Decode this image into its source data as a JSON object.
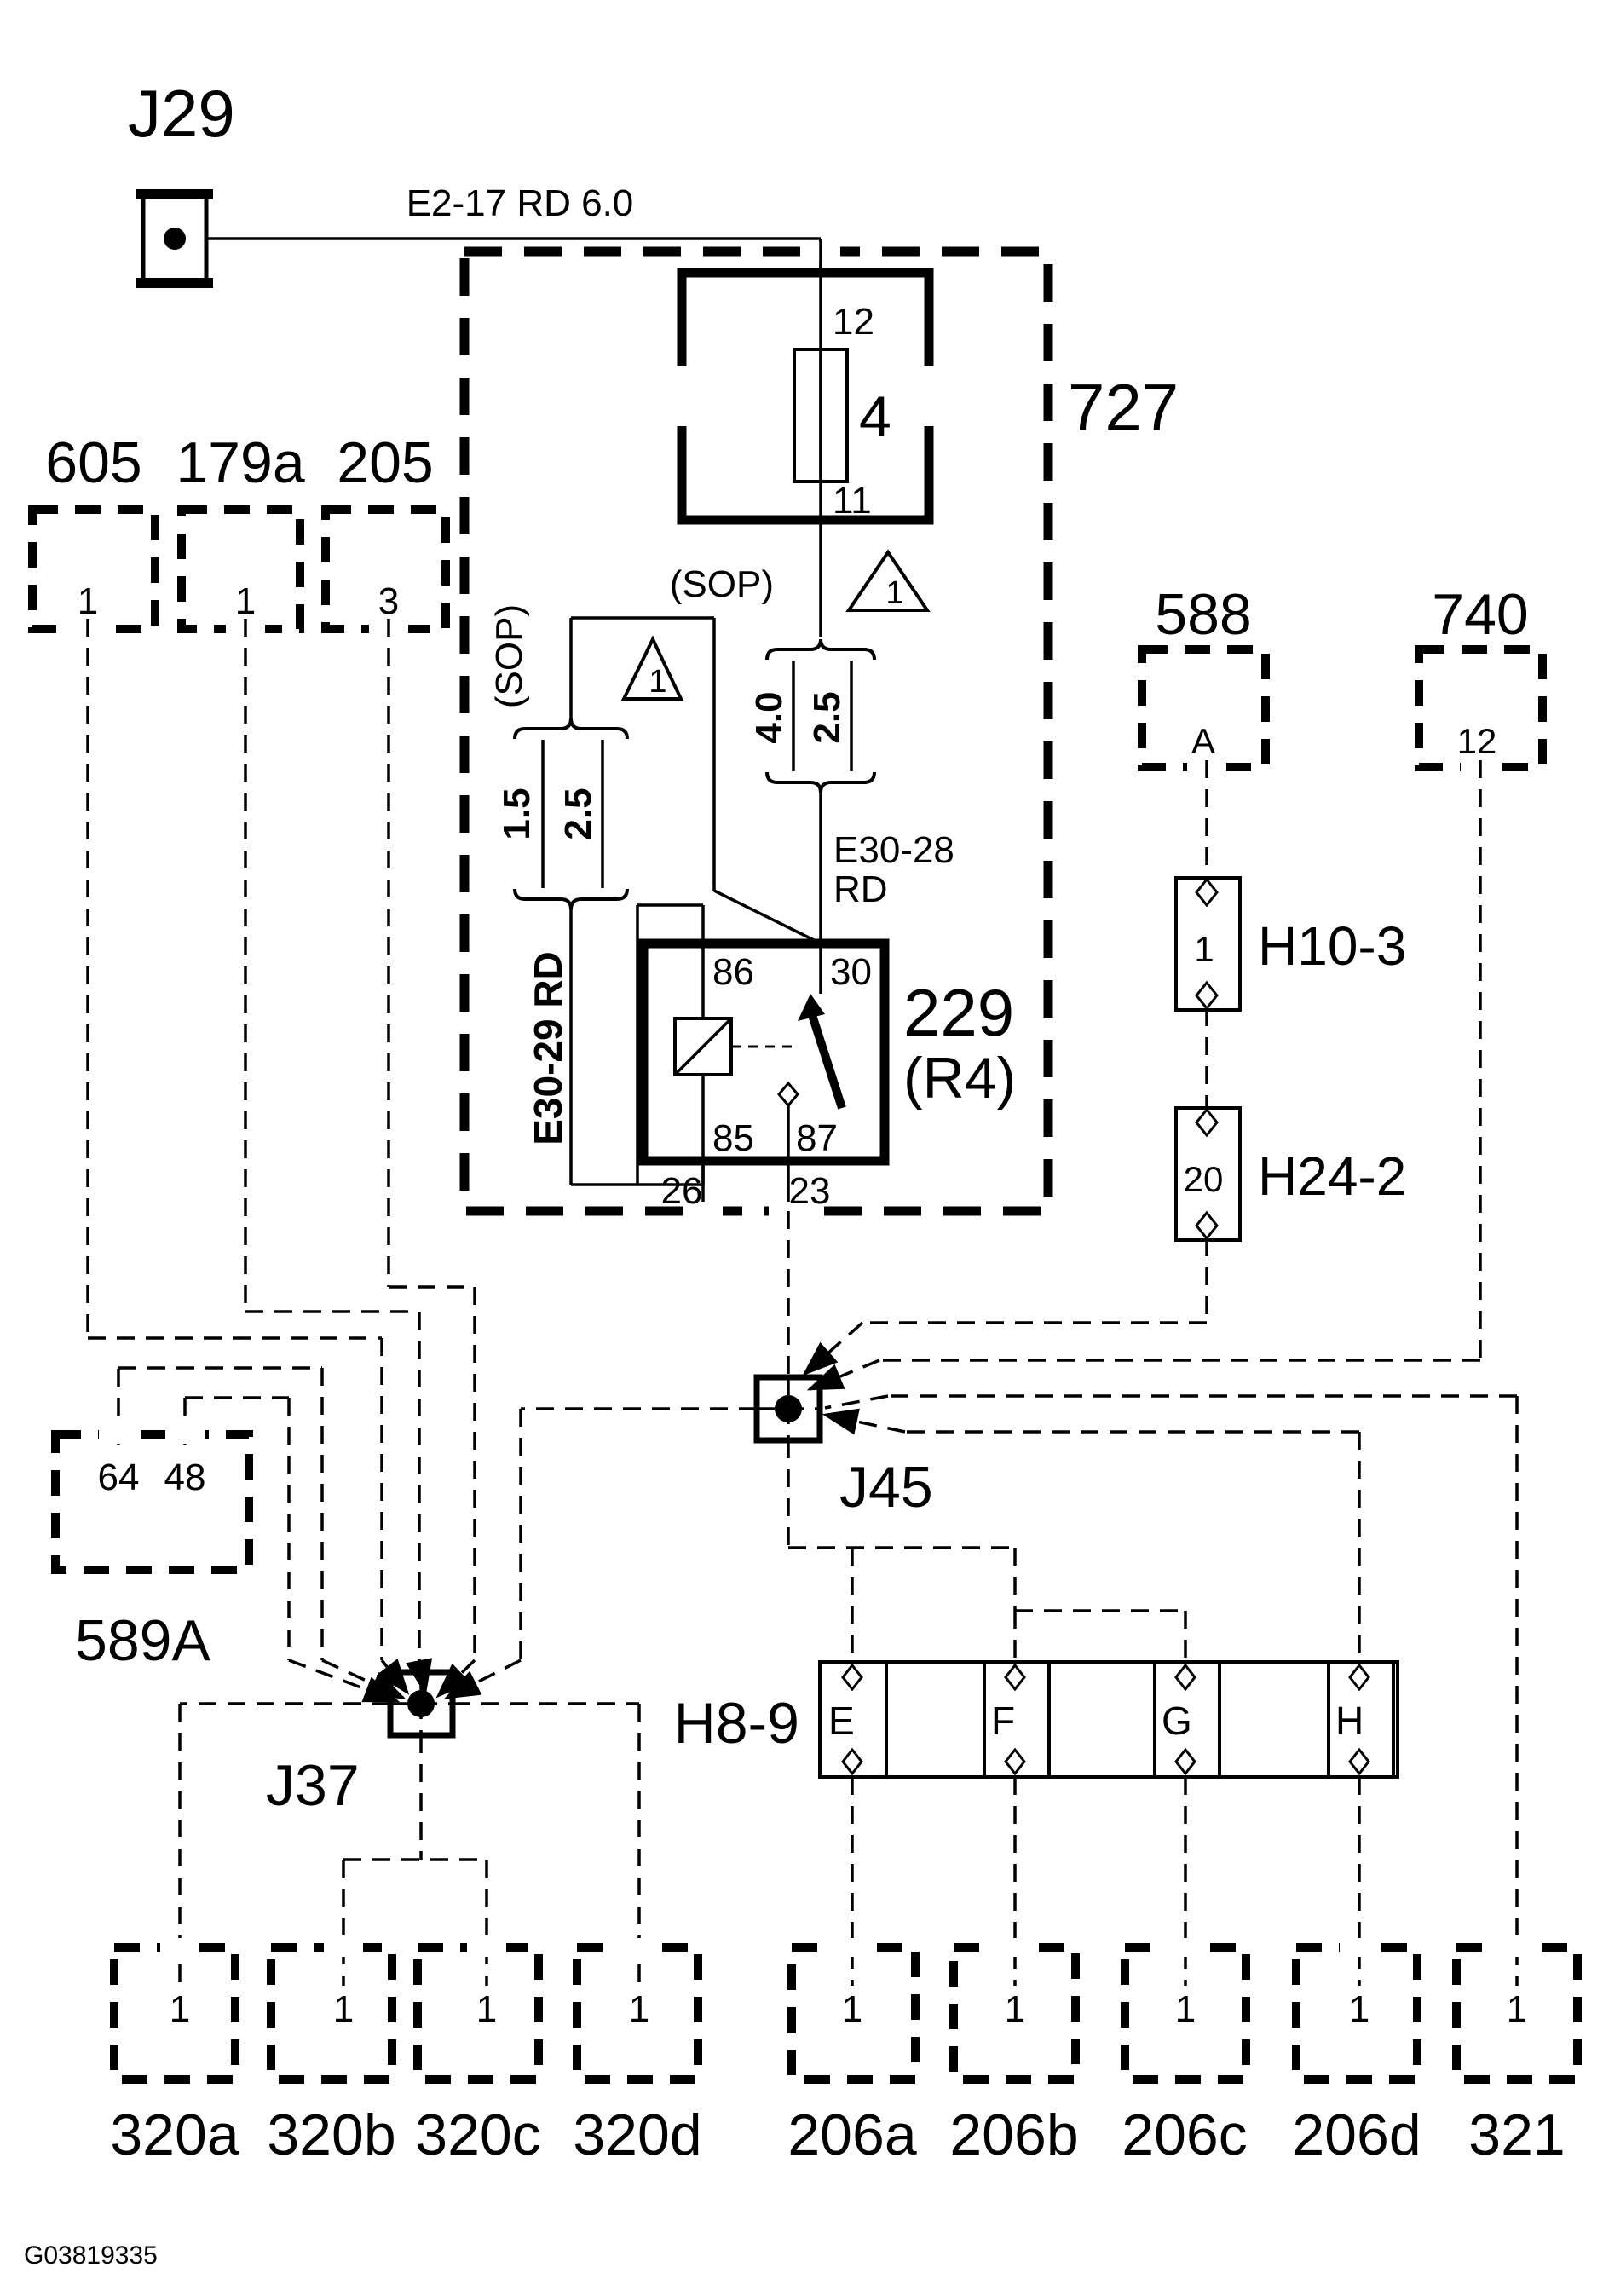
{
  "figure_id": "G03819335",
  "labels": {
    "j29": "J29",
    "wire_e2_17": "E2-17  RD  6.0",
    "box727": "727",
    "fuse_pin_top": "12",
    "fuse_no": "4",
    "fuse_pin_bottom": "11",
    "sop_main": "(SOP)",
    "sop_left": "(SOP)",
    "tri_main": "1",
    "tri_left": "1",
    "size_left_std": "1.5",
    "size_left_alt": "2.5",
    "size_main_std": "4.0",
    "size_main_alt": "2.5",
    "wire_e30_28_line1": "E30-28",
    "wire_e30_28_line2": "RD",
    "wire_e30_29": "E30-29  RD",
    "relay_id": "229",
    "relay_name": "(R4)",
    "relay_pin_86": "86",
    "relay_pin_30": "30",
    "relay_pin_85": "85",
    "relay_pin_87": "87",
    "edge_pin_26": "26",
    "edge_pin_23": "23",
    "j45": "J45",
    "j37": "J37",
    "c589a": "589A",
    "pin64": "64",
    "pin48": "48",
    "h8_9": "H8-9",
    "h10_3": "H10-3",
    "h10_3_pin": "1",
    "h24_2": "H24-2",
    "h24_2_pin": "20",
    "c588": "588",
    "c588_pin": "A",
    "c740": "740",
    "c740_pin": "12",
    "c605": "605",
    "c605_pin": "1",
    "c179a": "179a",
    "c179a_pin": "1",
    "c205": "205",
    "c205_pin": "3"
  },
  "h8_9_pins": [
    "E",
    "F",
    "G",
    "H"
  ],
  "bottom_connectors": [
    {
      "label": "320a",
      "pin": "1"
    },
    {
      "label": "320b",
      "pin": "1"
    },
    {
      "label": "320c",
      "pin": "1"
    },
    {
      "label": "320d",
      "pin": "1"
    },
    {
      "label": "206a",
      "pin": "1"
    },
    {
      "label": "206b",
      "pin": "1"
    },
    {
      "label": "206c",
      "pin": "1"
    },
    {
      "label": "206d",
      "pin": "1"
    },
    {
      "label": "321",
      "pin": "1"
    }
  ]
}
